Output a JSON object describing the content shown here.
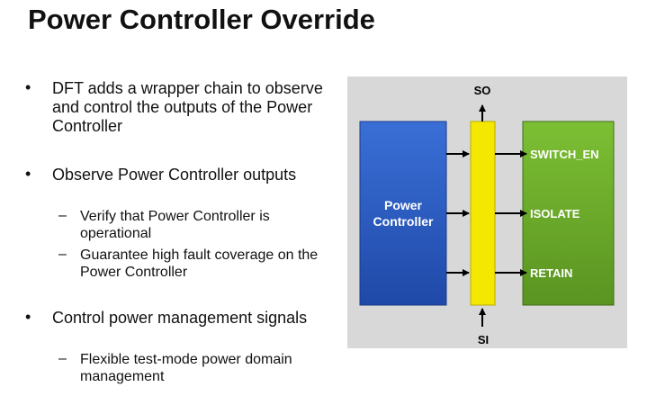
{
  "title": "Power Controller Override",
  "bullets": [
    {
      "text": "DFT adds a wrapper chain to observe and control the outputs of the Power Controller",
      "subs": []
    },
    {
      "text": "Observe Power Controller outputs",
      "subs": [
        "Verify that Power Controller is operational",
        "Guarantee high fault coverage on the Power Controller"
      ]
    },
    {
      "text": "Control power management signals",
      "subs": [
        "Flexible test-mode power domain management"
      ]
    }
  ],
  "diagram": {
    "controller_line1": "Power",
    "controller_line2": "Controller",
    "scan_out": "SO",
    "scan_in": "SI",
    "outputs": [
      "SWITCH_EN",
      "ISOLATE",
      "RETAIN"
    ],
    "colors": {
      "controller": "#2d5cc0",
      "chain": "#f5e800",
      "outputs": "#6aa82a",
      "background": "#d8d8d8"
    }
  }
}
